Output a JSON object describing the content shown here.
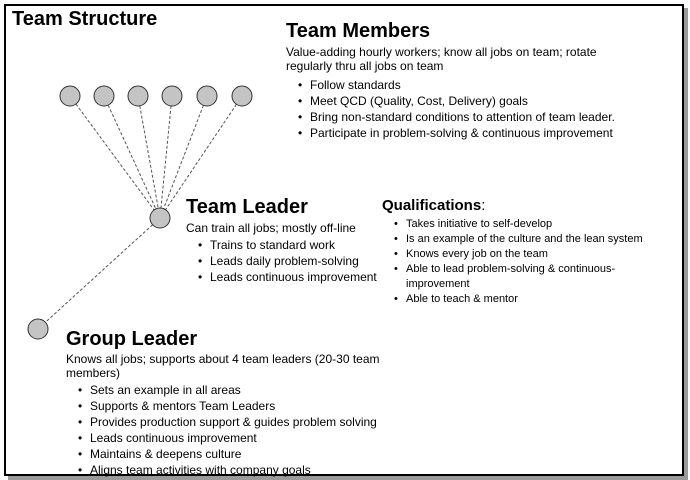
{
  "title": "Team Structure",
  "team_members": {
    "heading": "Team Members",
    "description": "Value-adding hourly workers; know all jobs on team; rotate regularly thru all jobs on team",
    "bullets": [
      "Follow standards",
      "Meet QCD (Quality, Cost, Delivery) goals",
      "Bring non-standard conditions to attention of team leader.",
      "Participate in problem-solving & continuous improvement"
    ]
  },
  "team_leader": {
    "heading": "Team Leader",
    "description": "Can train all jobs; mostly off-line",
    "bullets": [
      "Trains to standard work",
      "Leads daily problem-solving",
      "Leads continuous improvement"
    ]
  },
  "qualifications": {
    "heading": "Qualifications",
    "heading_suffix": ":",
    "bullets": [
      "Takes initiative to self-develop",
      "Is an example of the culture and the lean system",
      "Knows every job on the team",
      "Able to lead problem-solving & continuous-improvement",
      "Able to teach & mentor"
    ]
  },
  "group_leader": {
    "heading": "Group Leader",
    "description": "Knows all jobs; supports about 4 team leaders (20-30 team members)",
    "bullets": [
      "Sets an example in all areas",
      "Supports & mentors Team Leaders",
      "Provides production support & guides problem solving",
      "Leads continuous improvement",
      "Maintains & deepens culture",
      "Aligns team activities with company goals"
    ]
  },
  "colors": {
    "node_fill": "#c4c4c4",
    "node_stroke": "#333333",
    "line": "#555555",
    "shadow": "#9a9a9a"
  }
}
